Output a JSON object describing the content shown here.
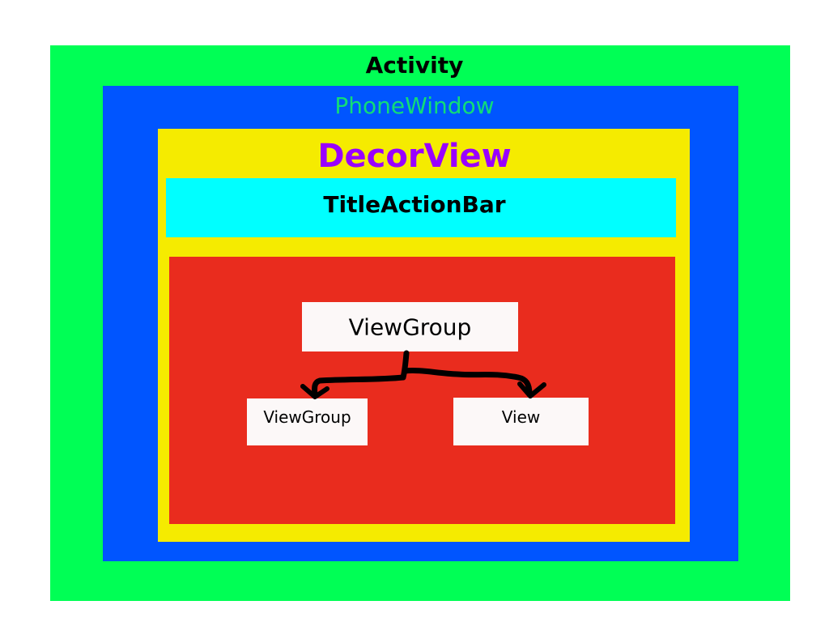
{
  "colors": {
    "activity": "#00ff55",
    "phone_window": "#0055ff",
    "decor_view": "#f5eb00",
    "title_action_bar": "#00ffff",
    "content": "#e92c1e",
    "node": "#fcf8f8",
    "activity_text": "#000000",
    "phone_window_text": "#11dd77",
    "decor_view_text": "#9900ff",
    "title_text": "#000000",
    "connector": "#000000"
  },
  "labels": {
    "activity": "Activity",
    "phone_window": "PhoneWindow",
    "decor_view": "DecorView",
    "title_action_bar": "TitleActionBar"
  },
  "tree": {
    "root": "ViewGroup",
    "children": [
      "ViewGroup",
      "View"
    ]
  }
}
